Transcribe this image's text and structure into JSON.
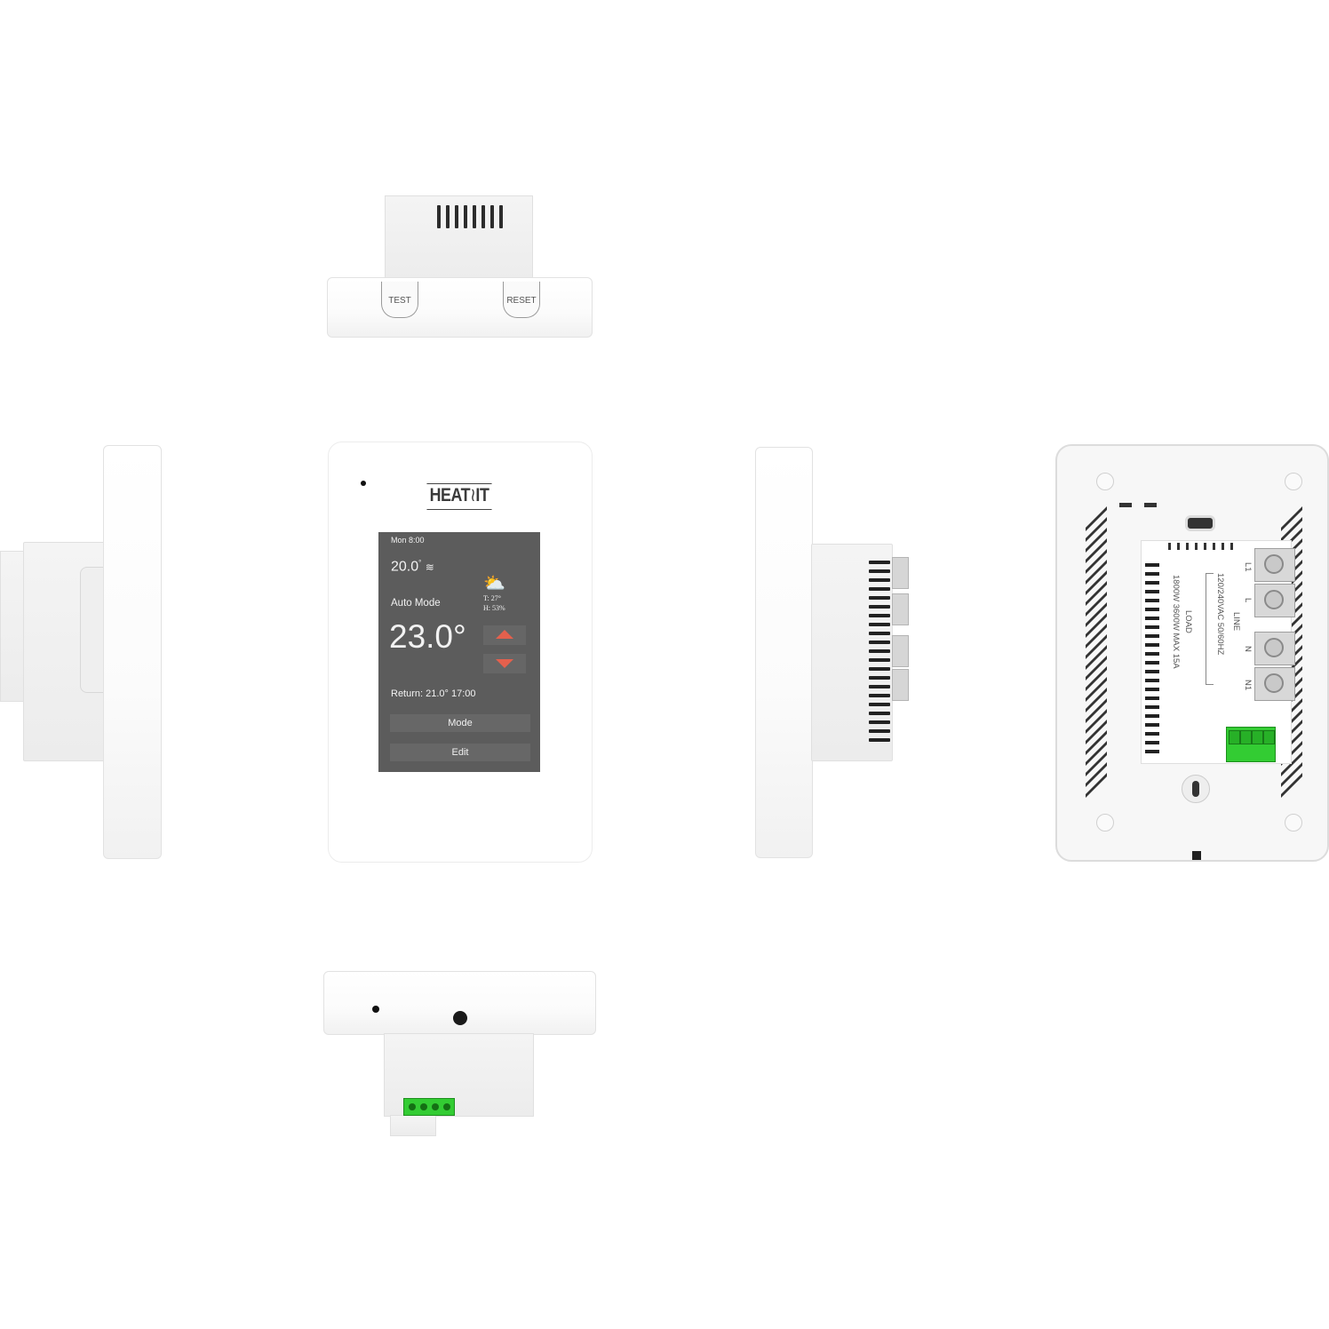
{
  "product": {
    "brand_logo": "HEAT",
    "brand_logo_mark": "≀",
    "brand_logo_suffix": "IT"
  },
  "top_view": {
    "buttons": [
      {
        "label": "TEST"
      },
      {
        "label": "RESET"
      }
    ],
    "vent_slots": 8
  },
  "screen": {
    "day_time": "Mon  8:00",
    "floor_temp": "20.0",
    "floor_temp_unit": "°",
    "floor_icon": "floor-heating-icon",
    "weather_icon": "partly-cloudy-icon",
    "weather_temp": "T:   27°",
    "weather_humidity": "H:  53%",
    "mode": "Auto Mode",
    "setpoint": "23.0°",
    "up_button": "increase-temperature",
    "down_button": "decrease-temperature",
    "return_info": "Return:  21.0°  17:00",
    "buttons": [
      {
        "label": "Mode"
      },
      {
        "label": "Edit"
      }
    ],
    "colors": {
      "background": "#5c5c5c",
      "button": "#676767",
      "arrow": "#e4604d"
    }
  },
  "back_view": {
    "terminals": [
      {
        "label": "L1"
      },
      {
        "label": "L"
      },
      {
        "label": "N"
      },
      {
        "label": "N1"
      }
    ],
    "line_label": "LINE",
    "voltage_label": "120/240VAC  50/60HZ",
    "load_label": "LOAD",
    "power_label": "1800W 3600W MAX 15A",
    "connector_color": "#33cc33"
  }
}
